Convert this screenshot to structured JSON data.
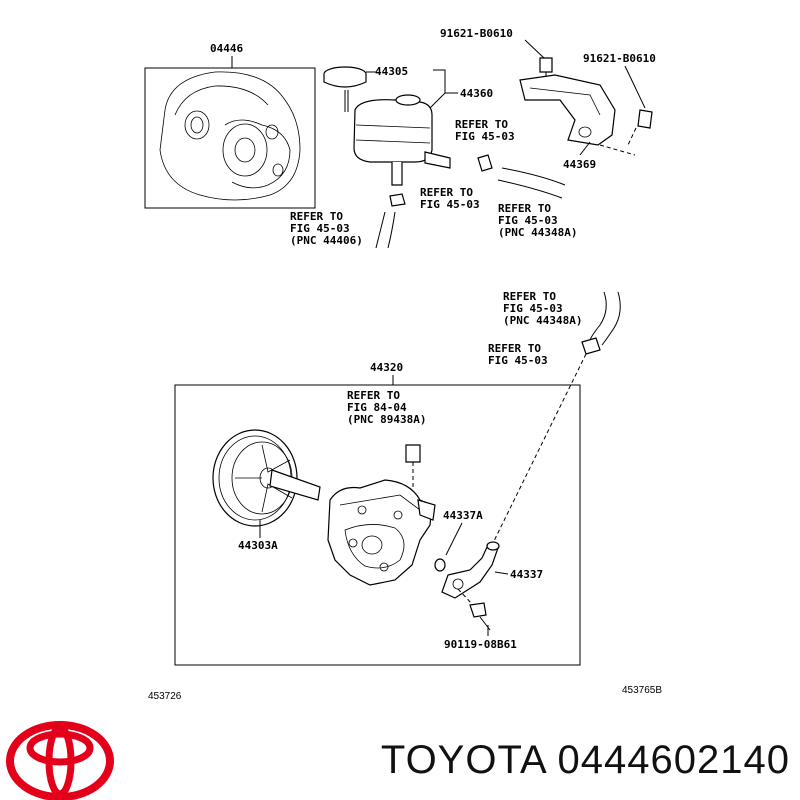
{
  "labels": {
    "p04446": "04446",
    "p91621_a": "91621-B0610",
    "p91621_b": "91621-B0610",
    "p44305": "44305",
    "p44360": "44360",
    "p44369": "44369",
    "ref1_l1": "REFER TO",
    "ref1_l2": "FIG 45-03",
    "ref2_l1": "REFER TO",
    "ref2_l2": "FIG 45-03",
    "ref3_l1": "REFER TO",
    "ref3_l2": "FIG 45-03",
    "ref3_l3": "(PNC 44406)",
    "ref4_l1": "REFER TO",
    "ref4_l2": "FIG 45-03",
    "ref4_l3": "(PNC 44348A)",
    "ref5_l1": "REFER TO",
    "ref5_l2": "FIG 45-03",
    "ref5_l3": "(PNC 44348A)",
    "ref6_l1": "REFER TO",
    "ref6_l2": "FIG 45-03",
    "p44320": "44320",
    "ref7_l1": "REFER TO",
    "ref7_l2": "FIG 84-04",
    "ref7_l3": "(PNC 89438A)",
    "p44337A": "44337A",
    "p44303A": "44303A",
    "p44337": "44337",
    "p90119": "90119-08B61",
    "code_left": "453726",
    "code_right": "453765B"
  },
  "brand": {
    "name_text": "TOYOTA 0444602140",
    "logo_color": "#e3001b"
  }
}
